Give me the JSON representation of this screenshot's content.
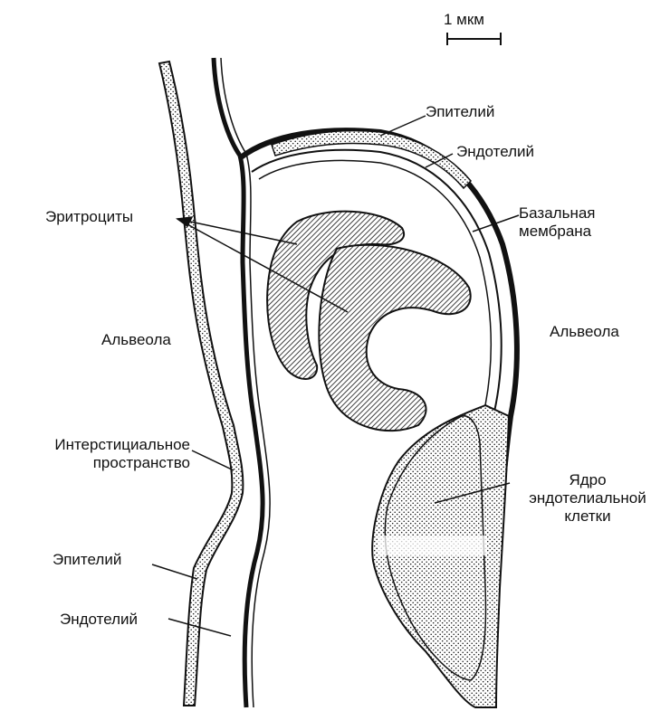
{
  "scale_bar": {
    "label": "1 мкм"
  },
  "labels": {
    "epithelium_top": "Эпителий",
    "endothelium_top": "Эндотелий",
    "basal_membrane": [
      "Базальная",
      "мембрана"
    ],
    "erythrocytes": "Эритроциты",
    "alveola_left": "Альвеола",
    "alveola_right": "Альвеола",
    "interstitial": [
      "Интерстициальное",
      "пространство"
    ],
    "nucleus": [
      "Ядро",
      "эндотелиальной",
      "клетки"
    ],
    "epithelium_bottom": "Эпителий",
    "endothelium_bottom": "Эндотелий"
  },
  "colors": {
    "ink": "#111111",
    "background": "#ffffff"
  }
}
